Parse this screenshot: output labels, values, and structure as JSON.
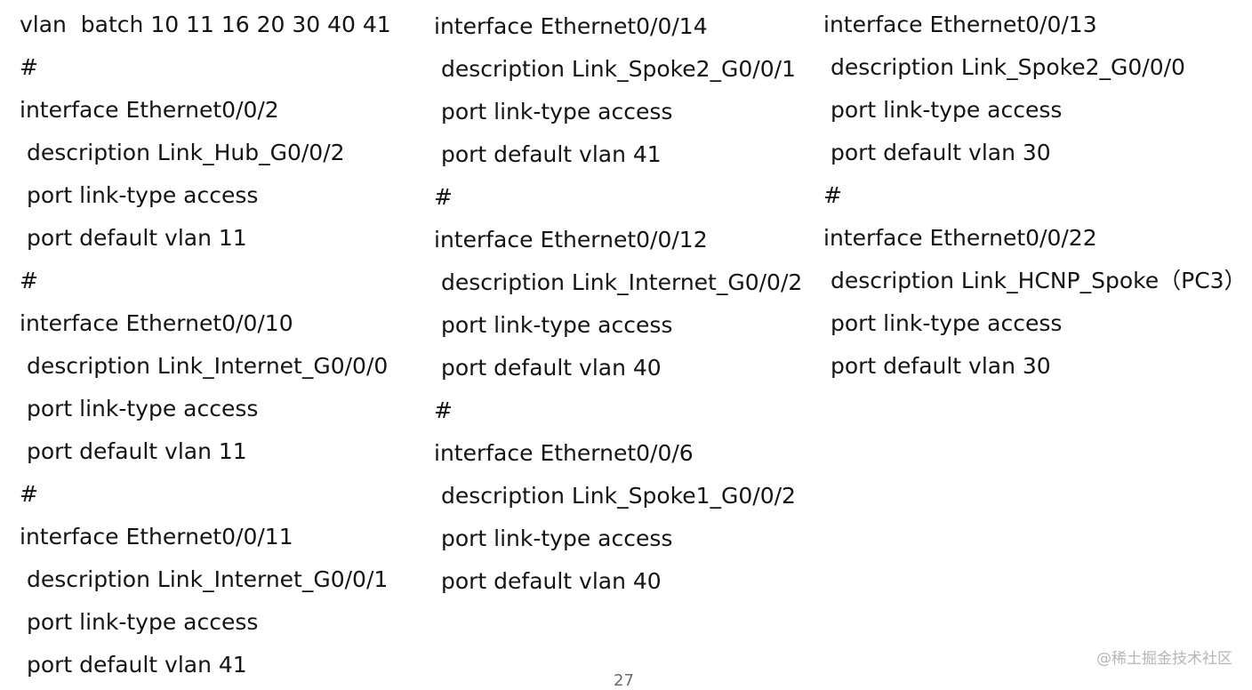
{
  "columns": [
    {
      "lines": [
        "vlan  batch 10 11 16 20 30 40 41",
        "#",
        "interface Ethernet0/0/2",
        " description Link_Hub_G0/0/2",
        " port link-type access",
        " port default vlan 11",
        "#",
        "interface Ethernet0/0/10",
        " description Link_Internet_G0/0/0",
        " port link-type access",
        " port default vlan 11",
        "#",
        "interface Ethernet0/0/11",
        " description Link_Internet_G0/0/1",
        " port link-type access",
        " port default vlan 41"
      ]
    },
    {
      "lines": [
        "interface Ethernet0/0/14",
        " description Link_Spoke2_G0/0/1",
        " port link-type access",
        " port default vlan 41",
        "#",
        "interface Ethernet0/0/12",
        " description Link_Internet_G0/0/2",
        " port link-type access",
        " port default vlan 40",
        "#",
        "interface Ethernet0/0/6",
        " description Link_Spoke1_G0/0/2",
        " port link-type access",
        " port default vlan 40"
      ]
    },
    {
      "lines": [
        "interface Ethernet0/0/13",
        " description Link_Spoke2_G0/0/0",
        " port link-type access",
        " port default vlan 30",
        "#",
        "interface Ethernet0/0/22",
        " description Link_HCNP_Spoke（PC3）",
        " port link-type access",
        " port default vlan 30"
      ]
    }
  ],
  "page_number": "27",
  "watermark": "@稀土掘金技术社区"
}
